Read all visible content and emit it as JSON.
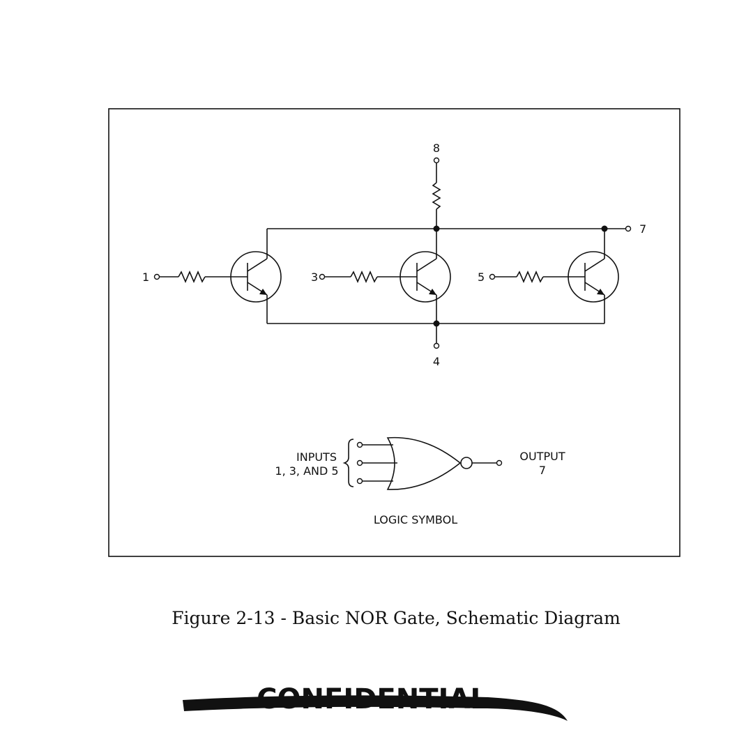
{
  "terminals": {
    "t1": "1",
    "t3": "3",
    "t5": "5",
    "t8": "8",
    "t4": "4",
    "t7": "7"
  },
  "logic_symbol": {
    "inputs_line1": "INPUTS",
    "inputs_line2": "1, 3, AND 5",
    "output_line1": "OUTPUT",
    "output_line2": "7",
    "title": "LOGIC SYMBOL"
  },
  "caption": "Figure 2-13 - Basic NOR Gate, Schematic Diagram",
  "stamp": "CONFIDENTIAL"
}
